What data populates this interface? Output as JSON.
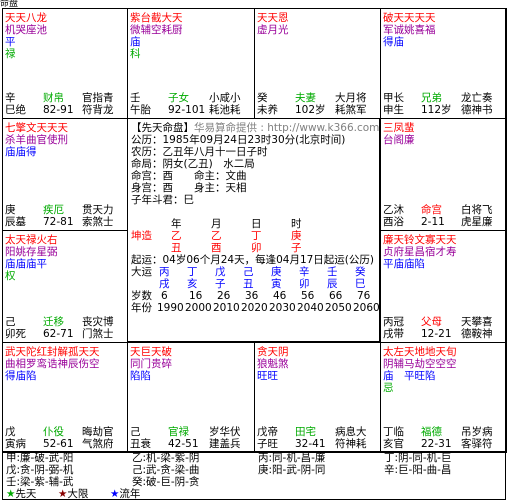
{
  "top_label": "命盘",
  "palaces": [
    {
      "id": "si",
      "stars": [
        {
          "text": "天天八龙",
          "color": "red"
        },
        {
          "text": "机哭座池",
          "color": "purple"
        },
        {
          "text": "平",
          "color": "blue"
        },
        {
          "text": "禄",
          "color": "green"
        }
      ],
      "stem": "辛",
      "gong": "财帛",
      "gong_color": "green",
      "right1": "官指青",
      "branch": "巳绝",
      "range": "82-91",
      "right2": "符背龙"
    },
    {
      "id": "wu",
      "stars": [
        {
          "text": "紫台截大天",
          "color": "red"
        },
        {
          "text": "微辅空耗厨",
          "color": "purple"
        },
        {
          "text": "庙",
          "color": "blue"
        },
        {
          "text": "科",
          "color": "green"
        }
      ],
      "stem": "壬",
      "gong": "子女",
      "gong_color": "green",
      "right1": "小咸小",
      "branch": "午胎",
      "range": "92-101",
      "right2": "耗池耗"
    },
    {
      "id": "wei",
      "stars": [
        {
          "text": "天天恩",
          "color": "red"
        },
        {
          "text": "虚月光",
          "color": "purple"
        }
      ],
      "stem": "癸",
      "gong": "夫妻",
      "gong_color": "green",
      "right1": "大月将",
      "branch": "未养",
      "range": "102岁",
      "right2": "耗煞军"
    },
    {
      "id": "shen",
      "stars": [
        {
          "text": "破天天天天",
          "color": "red"
        },
        {
          "text": "军诚姚喜福",
          "color": "purple"
        },
        {
          "text": "得庙",
          "color": "blue"
        }
      ],
      "stem": "甲长",
      "gong": "兄弟",
      "gong_color": "green",
      "right1": "龙亡奏",
      "branch": "申生",
      "range": "112岁",
      "right2": "德神书"
    },
    {
      "id": "chen",
      "stars": [
        {
          "text": "七擎文天天天",
          "color": "red"
        },
        {
          "text": "杀羊曲官使刑",
          "color": "purple"
        },
        {
          "text": "庙庙得",
          "color": "blue"
        }
      ],
      "stem": "庚",
      "gong": "疾厄",
      "gong_color": "green",
      "right1": "贯天力",
      "branch": "辰墓",
      "range": "72-81",
      "right2": "索煞士"
    },
    {
      "id": "you",
      "stars": [
        {
          "text": "三凤蜚",
          "color": "red"
        },
        {
          "text": "台阁廉",
          "color": "purple"
        }
      ],
      "stem": "乙沐",
      "gong": "命宫",
      "gong_color": "red",
      "right1": "白将飞",
      "branch": "酉浴",
      "range": "2-11",
      "right2": "虎星廉"
    },
    {
      "id": "mao",
      "stars": [
        {
          "text": "太天禄火右",
          "color": "red"
        },
        {
          "text": "阳姚存星弼",
          "color": "purple"
        },
        {
          "text": "庙庙庙平",
          "color": "blue"
        },
        {
          "text": "权",
          "color": "green"
        }
      ],
      "stem": "己",
      "gong": "迁移",
      "gong_color": "green",
      "right1": "丧灾博",
      "branch": "卯死",
      "range": "62-71",
      "right2": "门煞士"
    },
    {
      "id": "xu",
      "stars": [
        {
          "text": "廉天铃文寡天天",
          "color": "red"
        },
        {
          "text": "贞府星昌宿才寿",
          "color": "purple"
        },
        {
          "text": "平庙庙陷",
          "color": "blue"
        }
      ],
      "stem": "丙冠",
      "gong": "父母",
      "gong_color": "red",
      "right1": "天攀喜",
      "branch": "戌带",
      "range": "12-21",
      "right2": "德鞍神"
    },
    {
      "id": "yin",
      "stars": [
        {
          "text": "武天陀红封解孤天天",
          "color": "red"
        },
        {
          "text": "曲相罗鸾诰神辰伤空",
          "color": "purple"
        },
        {
          "text": "得庙陷",
          "color": "blue"
        }
      ],
      "stem": "戊",
      "gong": "仆役",
      "gong_color": "green",
      "right1": "晦劫官",
      "branch": "寅病",
      "range": "52-61",
      "right2": "气煞府"
    },
    {
      "id": "chou",
      "stars": [
        {
          "text": "天巨天破",
          "color": "red"
        },
        {
          "text": "同门贵碎",
          "color": "purple"
        },
        {
          "text": "陷陷",
          "color": "blue"
        }
      ],
      "stem": "己",
      "gong": "官禄",
      "gong_color": "green",
      "right1": "岁华伏",
      "branch": "丑衰",
      "range": "42-51",
      "right2": "建盖兵"
    },
    {
      "id": "zi",
      "stars": [
        {
          "text": "贪天阴",
          "color": "red"
        },
        {
          "text": "狼魁煞",
          "color": "purple"
        },
        {
          "text": "旺旺",
          "color": "blue"
        }
      ],
      "stem": "戊帝",
      "gong": "田宅",
      "gong_color": "green",
      "right1": "病息大",
      "branch": "子旺",
      "range": "32-41",
      "right2": "符神耗"
    },
    {
      "id": "hai",
      "stars": [
        {
          "text": "太左天地地天旬",
          "color": "red"
        },
        {
          "text": "阴辅马劫空空空",
          "color": "purple"
        },
        {
          "text": "庙　平旺陷",
          "color": "blue"
        },
        {
          "text": "忌",
          "color": "green"
        }
      ],
      "stem": "丁临",
      "gong": "福德",
      "gong_color": "green",
      "right1": "吊岁病",
      "branch": "亥官",
      "range": "22-31",
      "right2": "客驿符"
    }
  ],
  "center": {
    "header_prefix": "【先天命盘】",
    "header_suffix": "华易算命提供 : http://www.k366.com",
    "lines": [
      "公历：1985年09月24日23时30分(北京时间)",
      "农历：乙丑年八月十一日子时",
      "命局：阴女(乙丑)　水二局",
      "命宫：酉　　命主：文曲",
      "身宫：酉　　身主：天相",
      "子年斗君：巳"
    ],
    "pillar_heads": [
      "年",
      "月",
      "日",
      "时"
    ],
    "pillar_label": "坤造",
    "pillar_stems": [
      "乙",
      "乙",
      "丁",
      "庚"
    ],
    "pillar_branches": [
      "丑",
      "酉",
      "卯",
      "子"
    ],
    "qiyun": "起运：04岁06个月24天，每逢04月17日起运(公历)",
    "dayun_label": "大运",
    "dayun_stems": [
      "丙",
      "丁",
      "戊",
      "己",
      "庚",
      "辛",
      "壬",
      "癸"
    ],
    "dayun_branches": [
      "戌",
      "亥",
      "子",
      "丑",
      "寅",
      "卯",
      "辰",
      "巳"
    ],
    "ages_label": "岁数",
    "ages": [
      "6",
      "16",
      "26",
      "36",
      "46",
      "56",
      "66",
      "76"
    ],
    "years_label": "年份",
    "years": [
      "1990",
      "2000",
      "2010",
      "2020",
      "2030",
      "2040",
      "2050",
      "2060"
    ]
  },
  "footer": {
    "rows": [
      [
        "甲:廉-破-武-阳",
        "乙:机-梁-紫-阴",
        "丙:同-机-昌-廉",
        "丁:阴-同-机-巨"
      ],
      [
        "戊:贪-阴-弼-机",
        "己:武-贪-梁-曲",
        "庚:阳-武-阴-同",
        "辛:巨-阳-曲-昌"
      ],
      [
        "壬:梁-紫-辅-武",
        "癸:破-巨-阴-贪"
      ]
    ],
    "legend": [
      "先天",
      "大限",
      "流年"
    ],
    "legend_colors": [
      "#00aa00",
      "#880000",
      "#0000ff"
    ]
  }
}
